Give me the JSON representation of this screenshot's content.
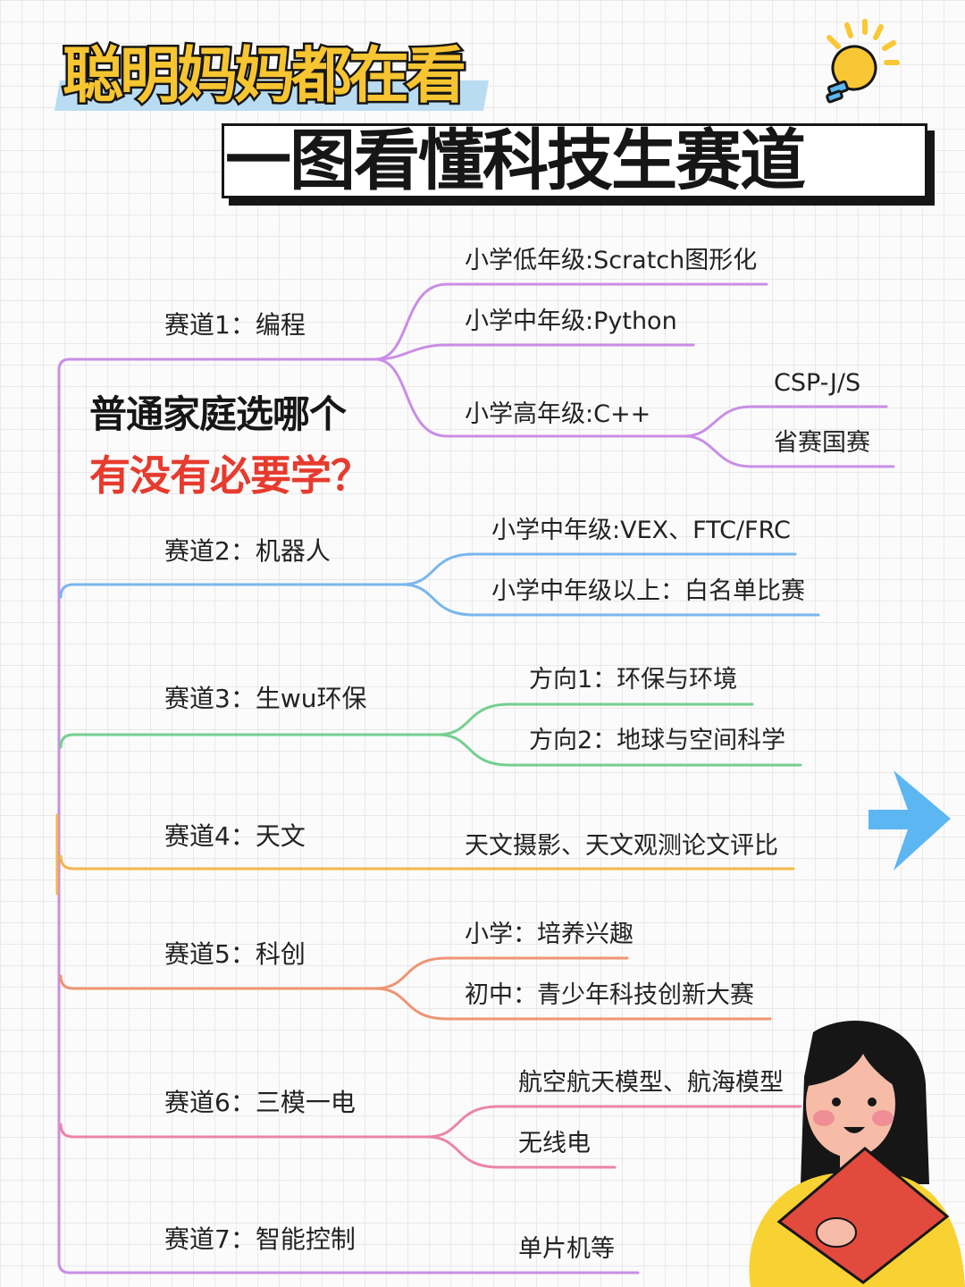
{
  "header": {
    "title_top": "聪明妈妈都在看",
    "title_main": "一图看懂科技生赛道"
  },
  "question": {
    "line1": "普通家庭选哪个",
    "line2": "有没有必要学？"
  },
  "tracks": [
    {
      "label": "赛道1：编程",
      "color": "#c98ee6",
      "branches": [
        "小学低年级:Scratch图形化",
        "小学中年级:Python",
        "小学高年级:C++"
      ],
      "sub_branches": [
        "CSP-J/S",
        "省赛国赛"
      ]
    },
    {
      "label": "赛道2：机器人",
      "color": "#79b6ec",
      "branches": [
        "小学中年级:VEX、FTC/FRC",
        "小学中年级以上：白名单比赛"
      ]
    },
    {
      "label": "赛道3：生wu环保",
      "color": "#74cf8f",
      "branches": [
        "方向1：环保与环境",
        "方向2：地球与空间科学"
      ]
    },
    {
      "label": "赛道4：天文",
      "color": "#f3b64a",
      "branches": [
        "天文摄影、天文观测论文评比"
      ]
    },
    {
      "label": "赛道5：科创",
      "color": "#ef9473",
      "branches": [
        "小学：培养兴趣",
        "初中：青少年科技创新大赛"
      ]
    },
    {
      "label": "赛道6：三模一电",
      "color": "#ec84a9",
      "branches": [
        "航空航天模型、航海模型",
        "无线电"
      ]
    },
    {
      "label": "赛道7：智能控制",
      "color": "#c98ee6",
      "branches": [
        "单片机等"
      ]
    }
  ],
  "decor": {
    "bulb_icon": "lightbulb-icon",
    "arrow_icon": "arrow-right-icon",
    "figure": "girl-illustration",
    "arrow_color": "#5cb6f2",
    "bulb_color": "#f9c734"
  }
}
